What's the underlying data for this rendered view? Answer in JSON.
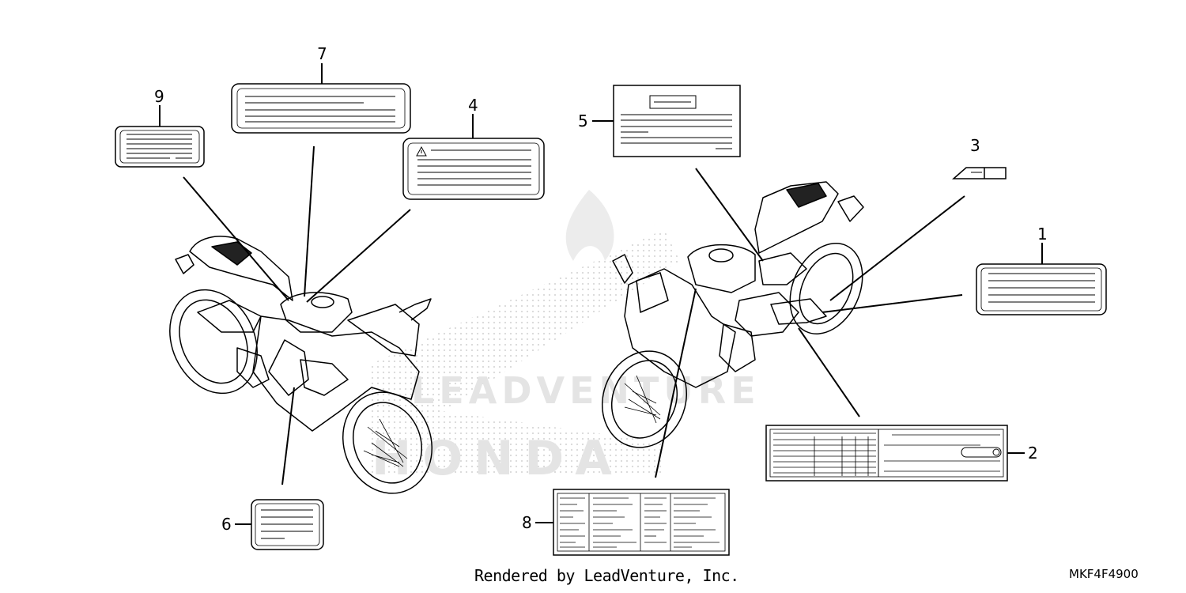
{
  "callouts": [
    {
      "id": "1",
      "label": "1"
    },
    {
      "id": "2",
      "label": "2"
    },
    {
      "id": "3",
      "label": "3"
    },
    {
      "id": "4",
      "label": "4"
    },
    {
      "id": "5",
      "label": "5"
    },
    {
      "id": "6",
      "label": "6"
    },
    {
      "id": "7",
      "label": "7"
    },
    {
      "id": "8",
      "label": "8"
    },
    {
      "id": "9",
      "label": "9"
    }
  ],
  "watermark": {
    "upper": "LEADVENTURE",
    "lower": "HONDA"
  },
  "footer": {
    "credit": "Rendered by LeadVenture, Inc.",
    "code": "MKF4F4900"
  },
  "colors": {
    "line": "#000000",
    "watermark": "#e4e4e4",
    "dots": "#cfcfcf"
  }
}
